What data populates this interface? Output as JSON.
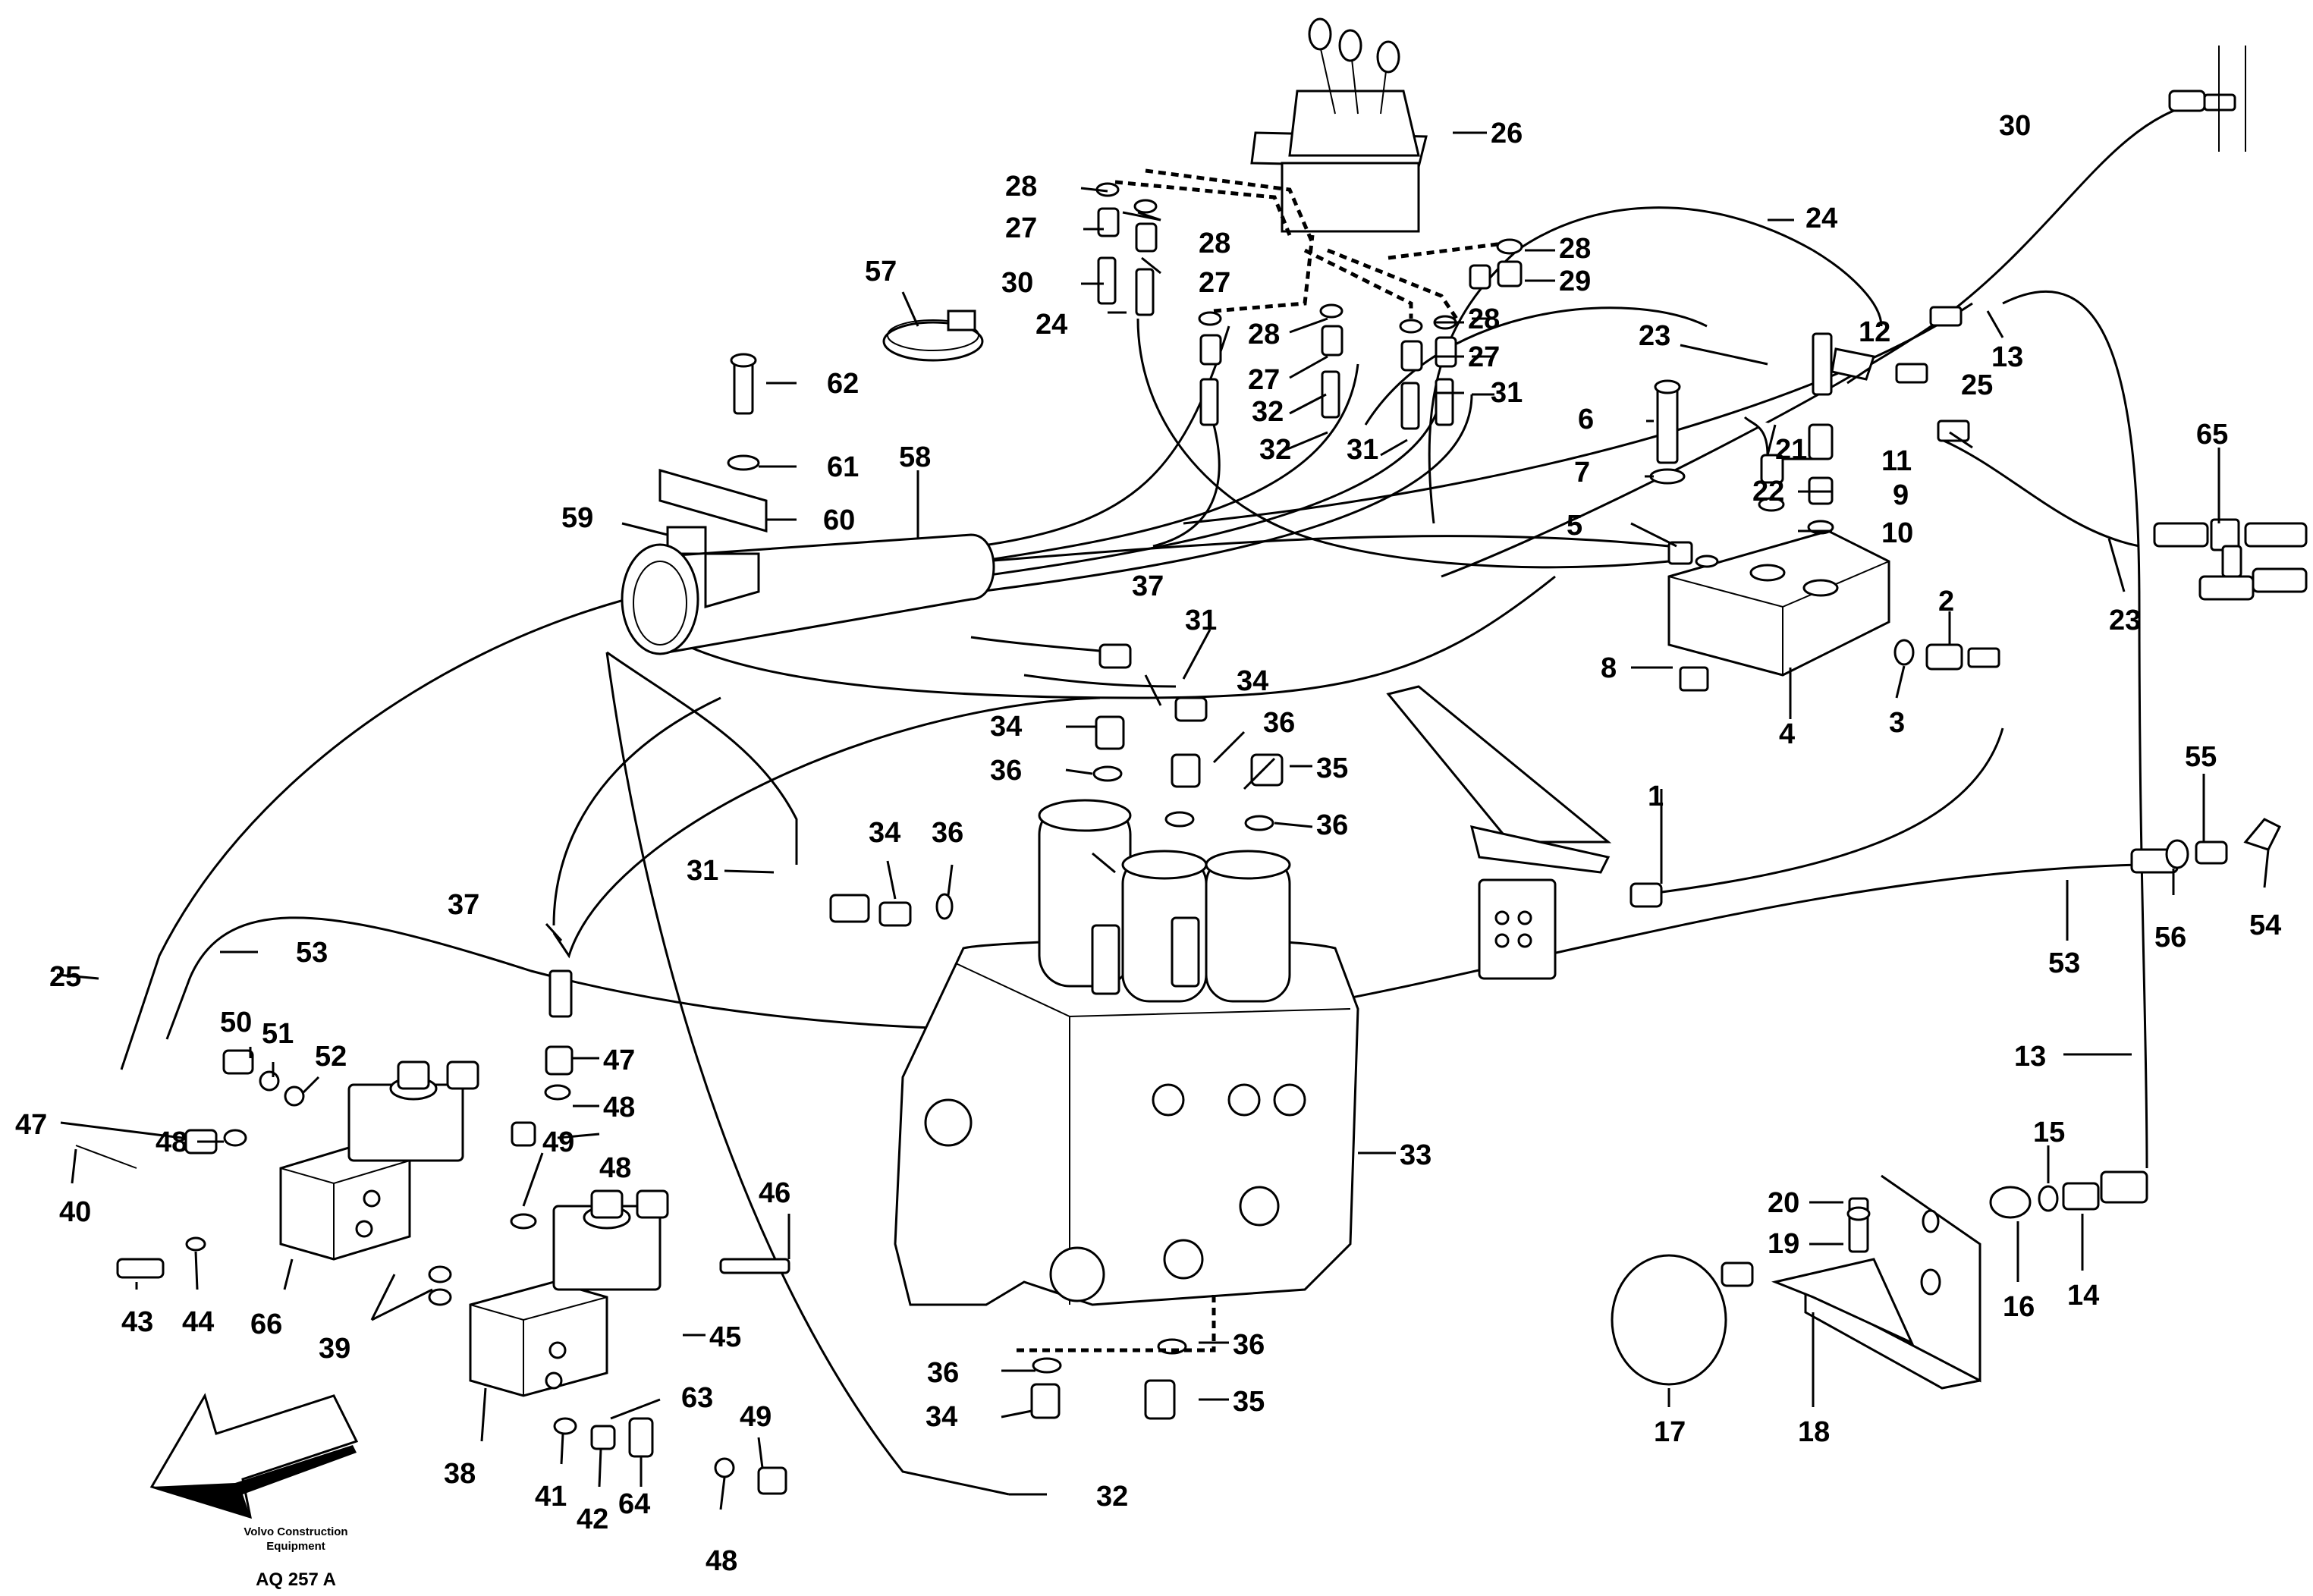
{
  "footer": {
    "maker_line1": "Volvo Construction",
    "maker_line2": "Equipment",
    "drawing_code": "AQ 257 A"
  },
  "callouts": [
    {
      "id": "c1",
      "text": "1"
    },
    {
      "id": "c2",
      "text": "2"
    },
    {
      "id": "c3",
      "text": "3"
    },
    {
      "id": "c4",
      "text": "4"
    },
    {
      "id": "c5",
      "text": "5"
    },
    {
      "id": "c6",
      "text": "6"
    },
    {
      "id": "c7",
      "text": "7"
    },
    {
      "id": "c8",
      "text": "8"
    },
    {
      "id": "c9",
      "text": "9"
    },
    {
      "id": "c10",
      "text": "10"
    },
    {
      "id": "c11",
      "text": "11"
    },
    {
      "id": "c12",
      "text": "12"
    },
    {
      "id": "c13a",
      "text": "13"
    },
    {
      "id": "c13b",
      "text": "13"
    },
    {
      "id": "c14",
      "text": "14"
    },
    {
      "id": "c15",
      "text": "15"
    },
    {
      "id": "c16",
      "text": "16"
    },
    {
      "id": "c17",
      "text": "17"
    },
    {
      "id": "c18",
      "text": "18"
    },
    {
      "id": "c19",
      "text": "19"
    },
    {
      "id": "c20",
      "text": "20"
    },
    {
      "id": "c21",
      "text": "21"
    },
    {
      "id": "c22",
      "text": "22"
    },
    {
      "id": "c23a",
      "text": "23"
    },
    {
      "id": "c23b",
      "text": "23"
    },
    {
      "id": "c24a",
      "text": "24"
    },
    {
      "id": "c24b",
      "text": "24"
    },
    {
      "id": "c25a",
      "text": "25"
    },
    {
      "id": "c25b",
      "text": "25"
    },
    {
      "id": "c26",
      "text": "26"
    },
    {
      "id": "c27a",
      "text": "27"
    },
    {
      "id": "c27b",
      "text": "27"
    },
    {
      "id": "c27c",
      "text": "27"
    },
    {
      "id": "c27d",
      "text": "27"
    },
    {
      "id": "c28a",
      "text": "28"
    },
    {
      "id": "c28b",
      "text": "28"
    },
    {
      "id": "c28c",
      "text": "28"
    },
    {
      "id": "c28d",
      "text": "28"
    },
    {
      "id": "c28e",
      "text": "28"
    },
    {
      "id": "c29",
      "text": "29"
    },
    {
      "id": "c30a",
      "text": "30"
    },
    {
      "id": "c30b",
      "text": "30"
    },
    {
      "id": "c31a",
      "text": "31"
    },
    {
      "id": "c31b",
      "text": "31"
    },
    {
      "id": "c31c",
      "text": "31"
    },
    {
      "id": "c31d",
      "text": "31"
    },
    {
      "id": "c32a",
      "text": "32"
    },
    {
      "id": "c32b",
      "text": "32"
    },
    {
      "id": "c32c",
      "text": "32"
    },
    {
      "id": "c33",
      "text": "33"
    },
    {
      "id": "c34a",
      "text": "34"
    },
    {
      "id": "c34b",
      "text": "34"
    },
    {
      "id": "c34c",
      "text": "34"
    },
    {
      "id": "c34d",
      "text": "34"
    },
    {
      "id": "c35a",
      "text": "35"
    },
    {
      "id": "c35b",
      "text": "35"
    },
    {
      "id": "c36a",
      "text": "36"
    },
    {
      "id": "c36b",
      "text": "36"
    },
    {
      "id": "c36c",
      "text": "36"
    },
    {
      "id": "c36d",
      "text": "36"
    },
    {
      "id": "c36e",
      "text": "36"
    },
    {
      "id": "c36f",
      "text": "36"
    },
    {
      "id": "c37a",
      "text": "37"
    },
    {
      "id": "c37b",
      "text": "37"
    },
    {
      "id": "c38",
      "text": "38"
    },
    {
      "id": "c39",
      "text": "39"
    },
    {
      "id": "c40",
      "text": "40"
    },
    {
      "id": "c41",
      "text": "41"
    },
    {
      "id": "c42",
      "text": "42"
    },
    {
      "id": "c43",
      "text": "43"
    },
    {
      "id": "c44",
      "text": "44"
    },
    {
      "id": "c45",
      "text": "45"
    },
    {
      "id": "c46",
      "text": "46"
    },
    {
      "id": "c47a",
      "text": "47"
    },
    {
      "id": "c47b",
      "text": "47"
    },
    {
      "id": "c48a",
      "text": "48"
    },
    {
      "id": "c48b",
      "text": "48"
    },
    {
      "id": "c48c",
      "text": "48"
    },
    {
      "id": "c48d",
      "text": "48"
    },
    {
      "id": "c49a",
      "text": "49"
    },
    {
      "id": "c49b",
      "text": "49"
    },
    {
      "id": "c50",
      "text": "50"
    },
    {
      "id": "c51",
      "text": "51"
    },
    {
      "id": "c52",
      "text": "52"
    },
    {
      "id": "c53a",
      "text": "53"
    },
    {
      "id": "c53b",
      "text": "53"
    },
    {
      "id": "c54",
      "text": "54"
    },
    {
      "id": "c55",
      "text": "55"
    },
    {
      "id": "c56",
      "text": "56"
    },
    {
      "id": "c57",
      "text": "57"
    },
    {
      "id": "c58",
      "text": "58"
    },
    {
      "id": "c59",
      "text": "59"
    },
    {
      "id": "c60",
      "text": "60"
    },
    {
      "id": "c61",
      "text": "61"
    },
    {
      "id": "c62",
      "text": "62"
    },
    {
      "id": "c63",
      "text": "63"
    },
    {
      "id": "c64",
      "text": "64"
    },
    {
      "id": "c65",
      "text": "65"
    },
    {
      "id": "c66",
      "text": "66"
    }
  ]
}
